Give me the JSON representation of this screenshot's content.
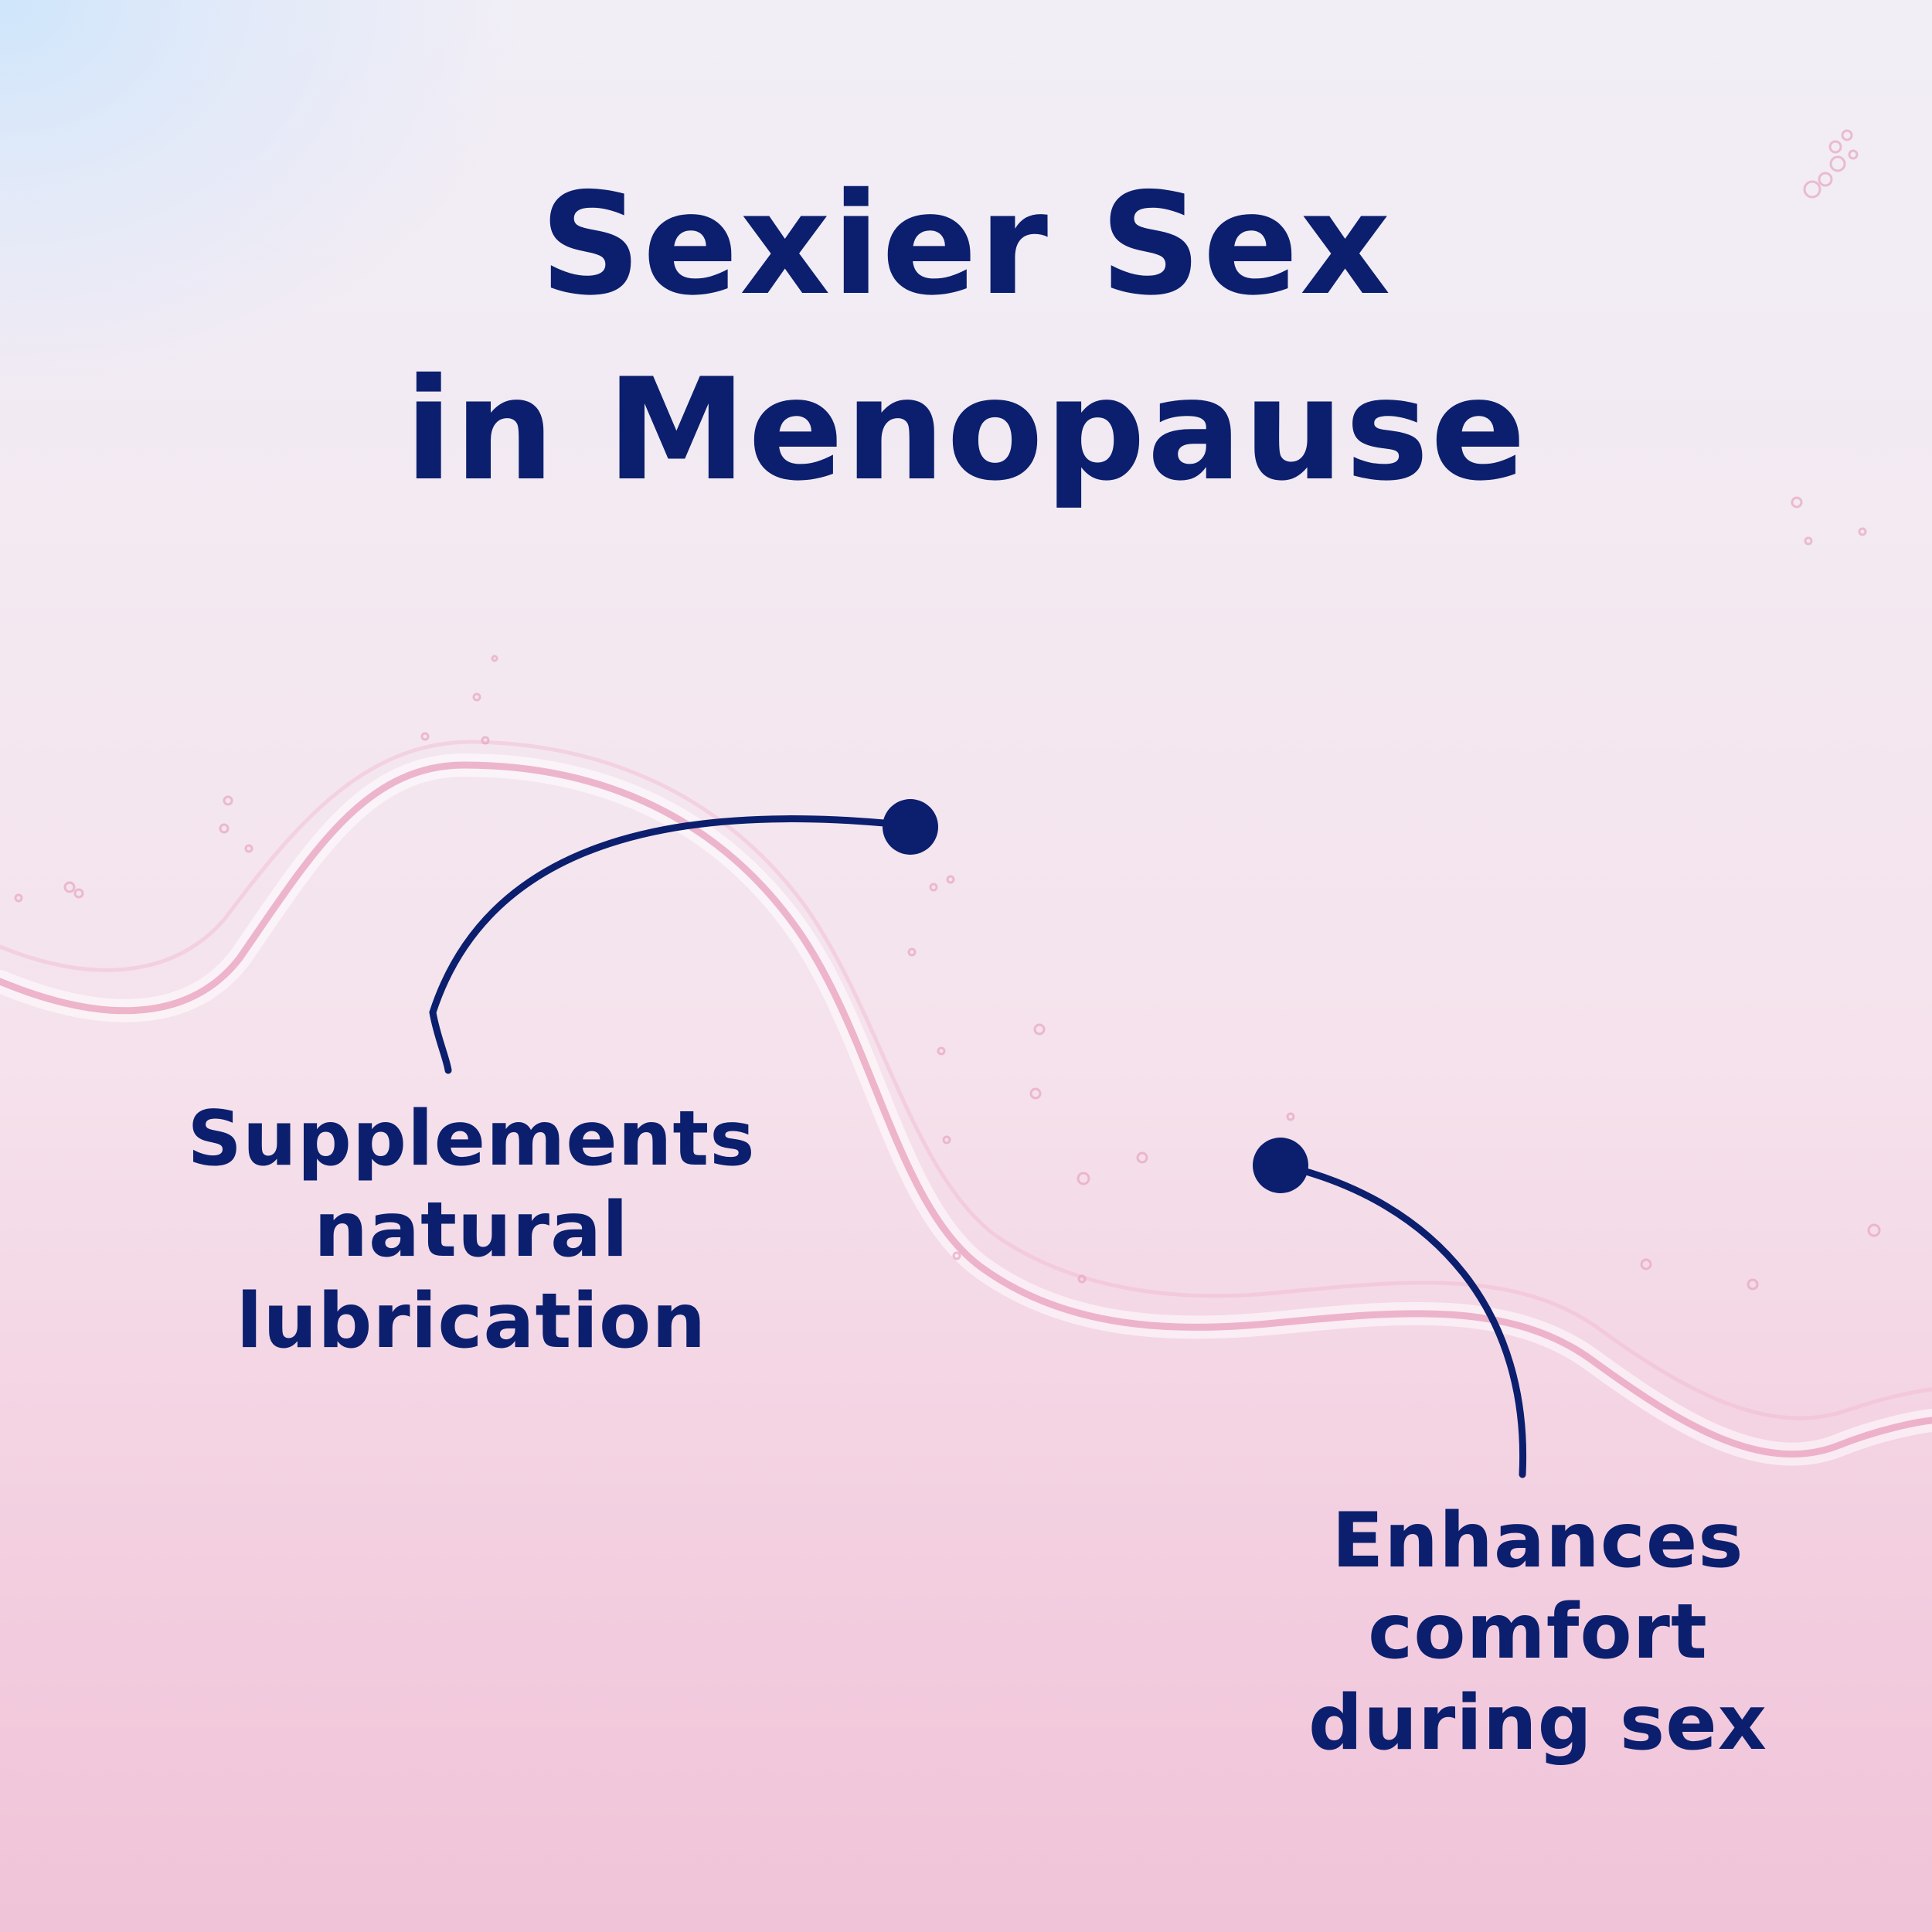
{
  "headline": {
    "line1": "Sexier Sex",
    "line2": "in Menopause"
  },
  "callouts": [
    {
      "lines": [
        "Supplements",
        "natural",
        "lubrication"
      ]
    },
    {
      "lines": [
        "Enhances",
        "comfort",
        "during sex"
      ]
    }
  ],
  "colors": {
    "text": "#0b1f6e",
    "gel_edge": "#e79ab8",
    "background_top": "#cfe6fb",
    "background_bottom": "#f0c3d8"
  }
}
